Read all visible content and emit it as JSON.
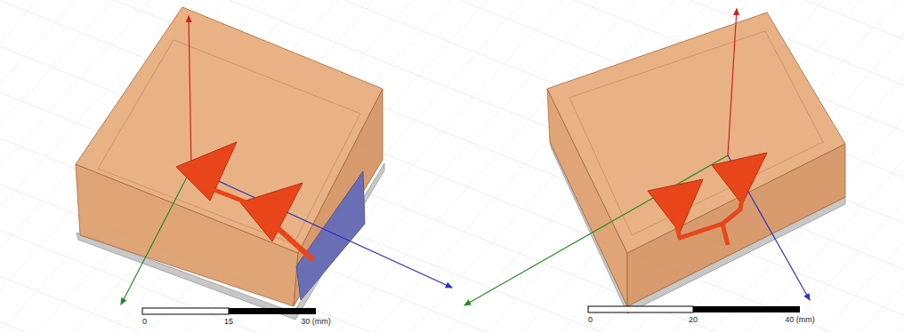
{
  "diagram": {
    "labels": [
      "0",
      "15",
      "30 (mm)",
      "0",
      "20",
      "40 (mm)"
    ]
  }
}
